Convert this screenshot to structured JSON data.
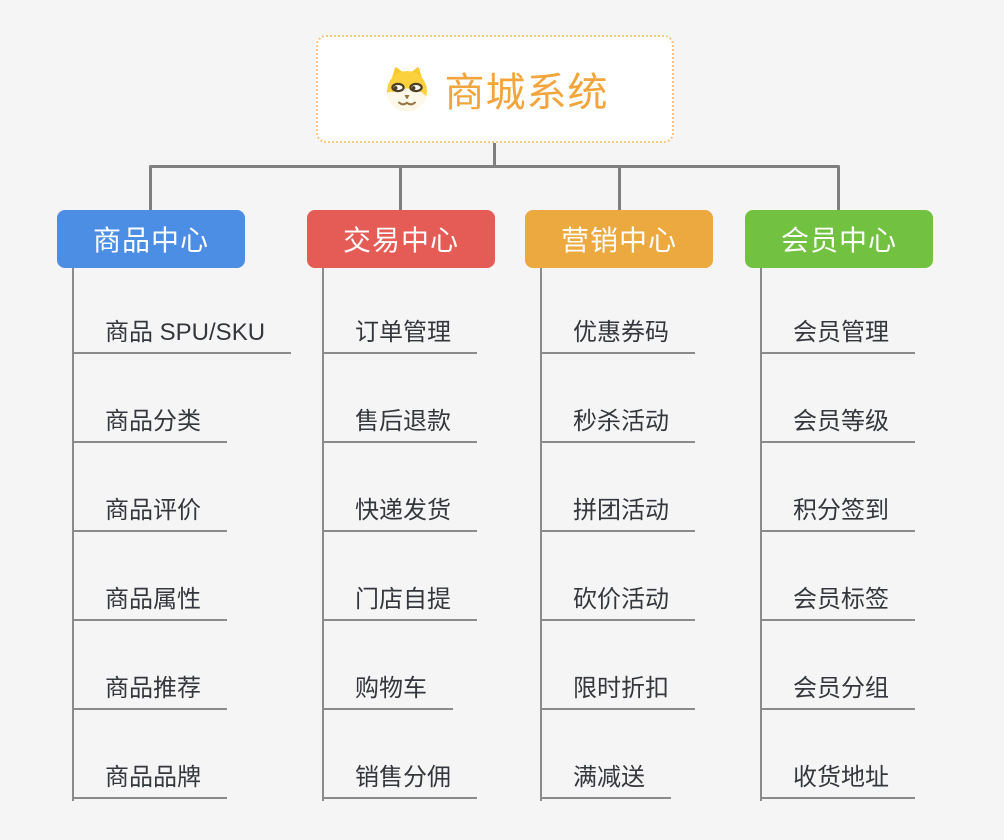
{
  "root": {
    "title": "商城系统",
    "title_color": "#f2a53c",
    "border_color": "#f6c87e",
    "icon": "doge-icon"
  },
  "connector_color": "#7f7f7f",
  "background_color": "#f5f5f6",
  "branches": [
    {
      "label": "商品中心",
      "color": "#4c8ee4",
      "items": [
        "商品 SPU/SKU",
        "商品分类",
        "商品评价",
        "商品属性",
        "商品推荐",
        "商品品牌"
      ]
    },
    {
      "label": "交易中心",
      "color": "#e55b56",
      "items": [
        "订单管理",
        "售后退款",
        "快递发货",
        "门店自提",
        "购物车",
        "销售分佣"
      ]
    },
    {
      "label": "营销中心",
      "color": "#eca93f",
      "items": [
        "优惠券码",
        "秒杀活动",
        "拼团活动",
        "砍价活动",
        "限时折扣",
        "满减送"
      ]
    },
    {
      "label": "会员中心",
      "color": "#72c140",
      "items": [
        "会员管理",
        "会员等级",
        "积分签到",
        "会员标签",
        "会员分组",
        "收货地址"
      ]
    }
  ]
}
